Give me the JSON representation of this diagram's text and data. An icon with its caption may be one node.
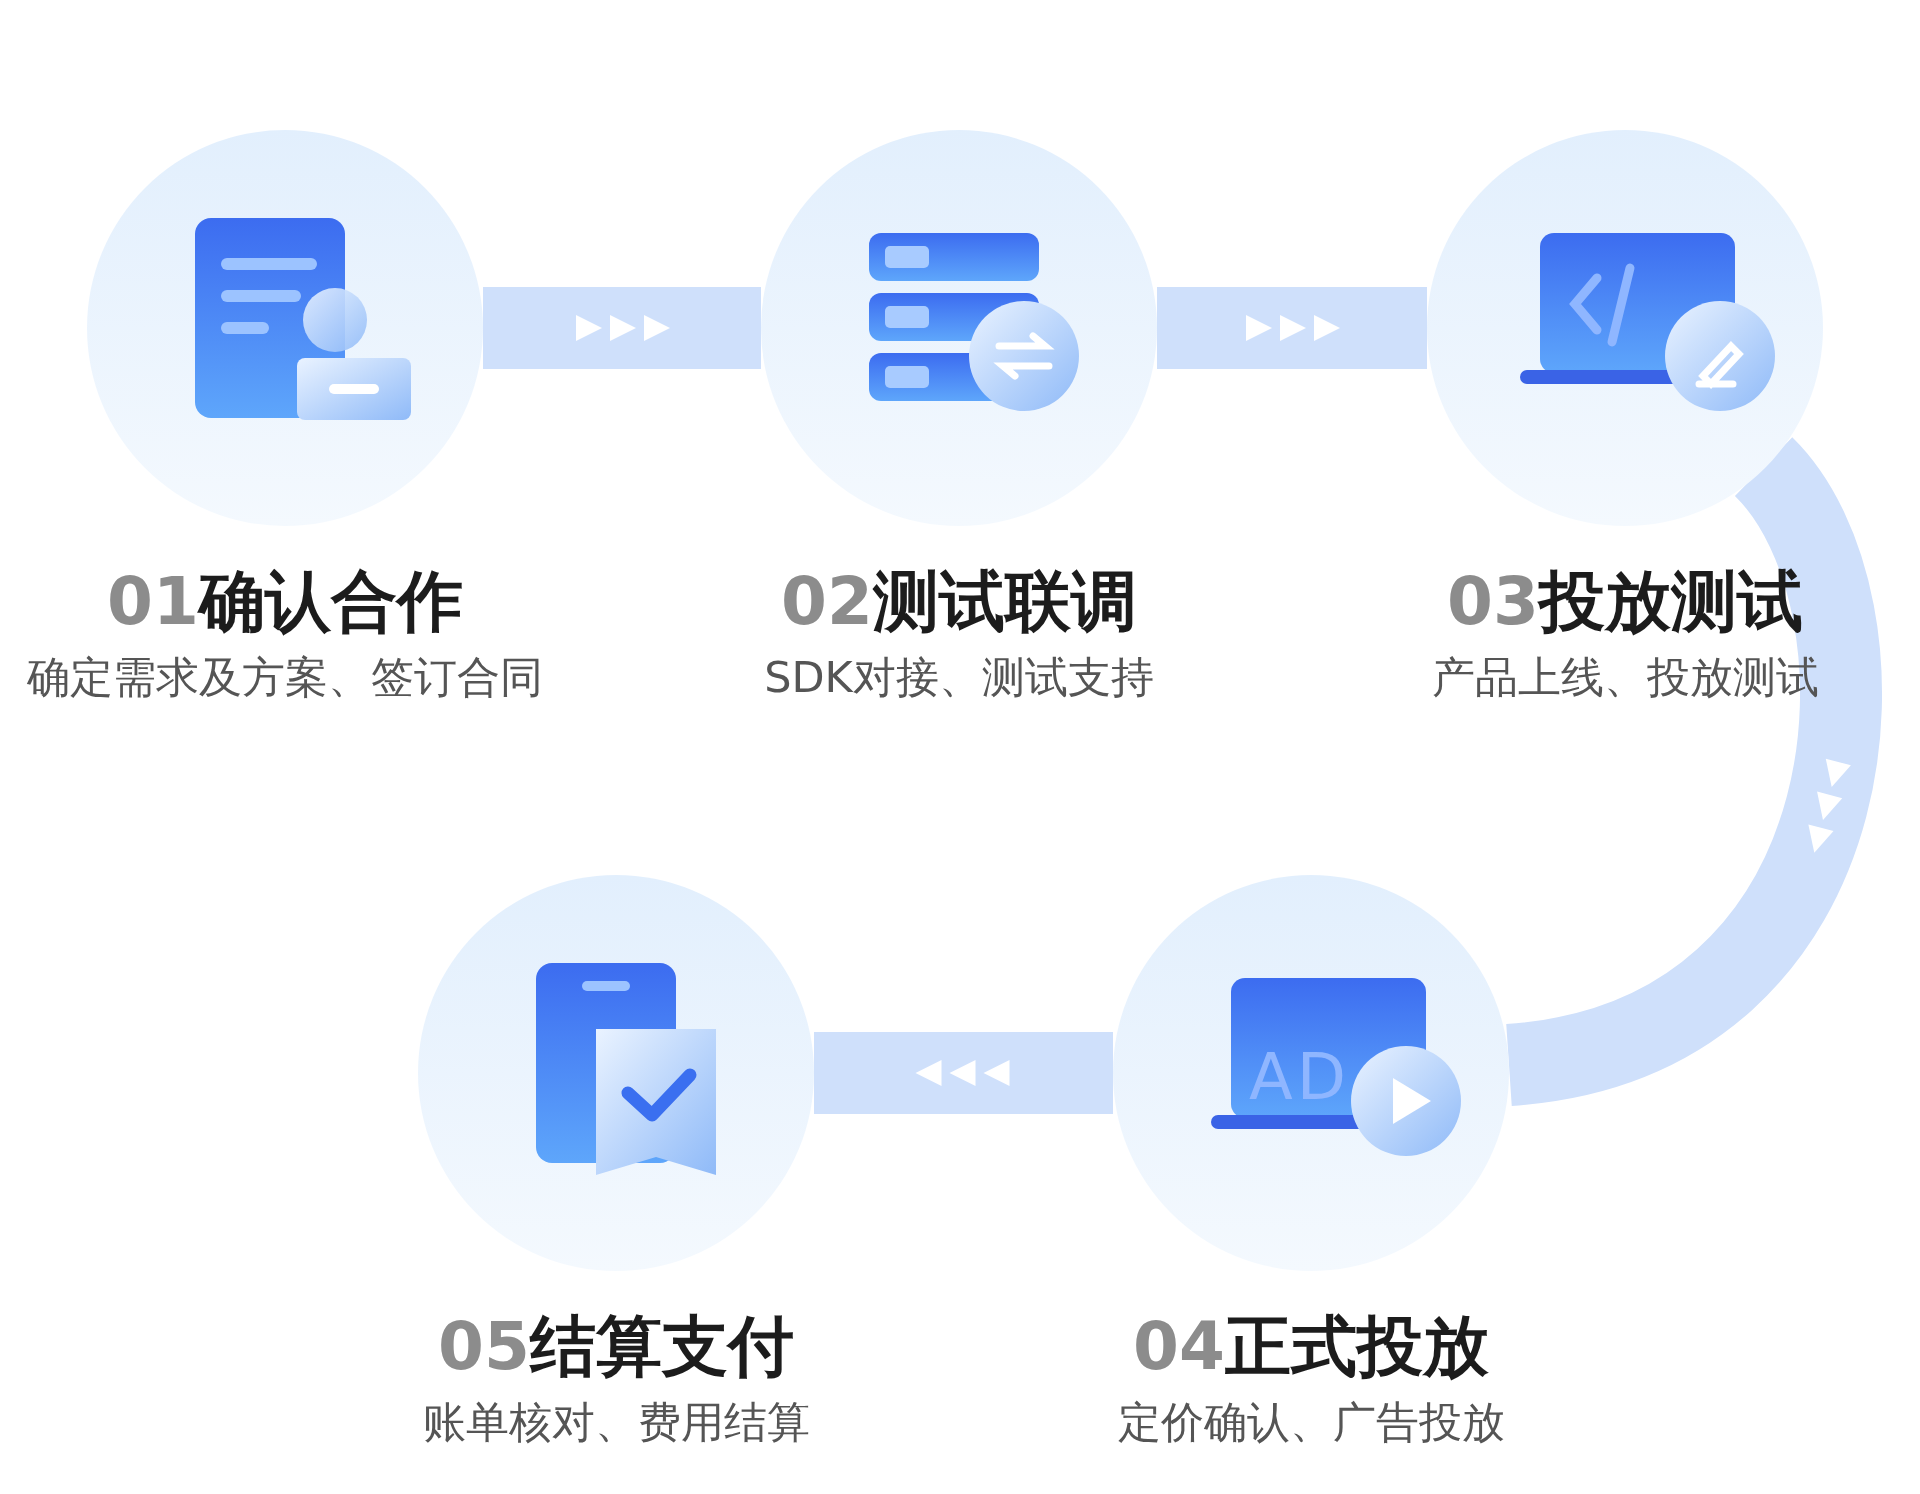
{
  "diagram": {
    "nodes": [
      {
        "text": [
          "01",
          "确认合作",
          "确定需求及方案、签订合同"
        ]
      },
      {
        "text": [
          "02",
          "测试联调",
          "SDK对接、测试支持"
        ]
      },
      {
        "text": [
          "03",
          "投放测试",
          "产品上线、投放测试"
        ]
      },
      {
        "text": [
          "04",
          "正式投放",
          "定价确认、广告投放"
        ]
      },
      {
        "text": [
          "05",
          "结算支付",
          "账单核对、费用结算"
        ]
      }
    ],
    "edges": [
      {
        "from": 0,
        "to": 1,
        "arrow": "to"
      },
      {
        "from": 1,
        "to": 2,
        "arrow": "to"
      },
      {
        "from": 2,
        "to": 3,
        "arrow": "to"
      },
      {
        "from": 3,
        "to": 4,
        "arrow": "to"
      }
    ],
    "labels": [
      "AD"
    ]
  }
}
